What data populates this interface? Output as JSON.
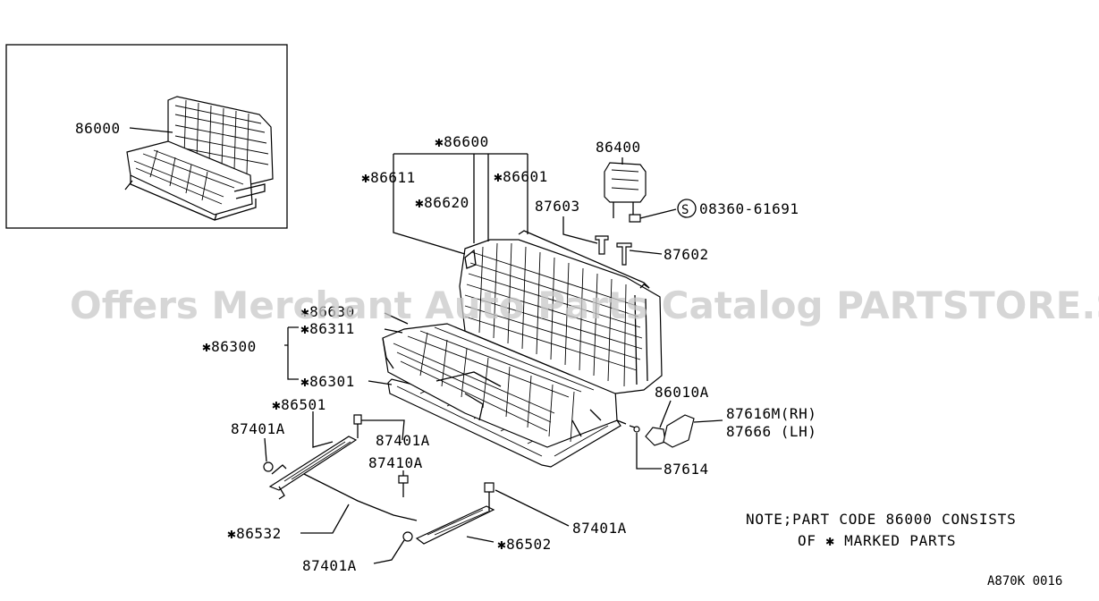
{
  "inset": {
    "part_label": "86000"
  },
  "labels": {
    "p86600": "✱86600",
    "p86611": "✱86611",
    "p86601": "✱86601",
    "p86620": "✱86620",
    "p86400": "86400",
    "p87603": "87603",
    "p08360": "08360-61691",
    "p08360_prefix": "S",
    "p87602": "87602",
    "p86630": "✱86630",
    "p86311": "✱86311",
    "p86300": "✱86300",
    "p86301": "✱86301",
    "p86010A": "86010A",
    "p87616": "87616M(RH)",
    "p87666": "87666 (LH)",
    "p87614": "87614",
    "p86501": "✱86501",
    "p87401A_1": "87401A",
    "p87401A_2": "87401A",
    "p87410A": "87410A",
    "p86532": "✱86532",
    "p86502": "✱86502",
    "p87401A_3": "87401A",
    "p87401A_4": "87401A"
  },
  "note": {
    "line1": "NOTE;PART CODE 86000 CONSISTS",
    "line2": "OF ✱ MARKED PARTS"
  },
  "figure_code": "A870K 0016",
  "watermark": "Offers Merchant Auto Parts Catalog PARTSTORE.SA"
}
